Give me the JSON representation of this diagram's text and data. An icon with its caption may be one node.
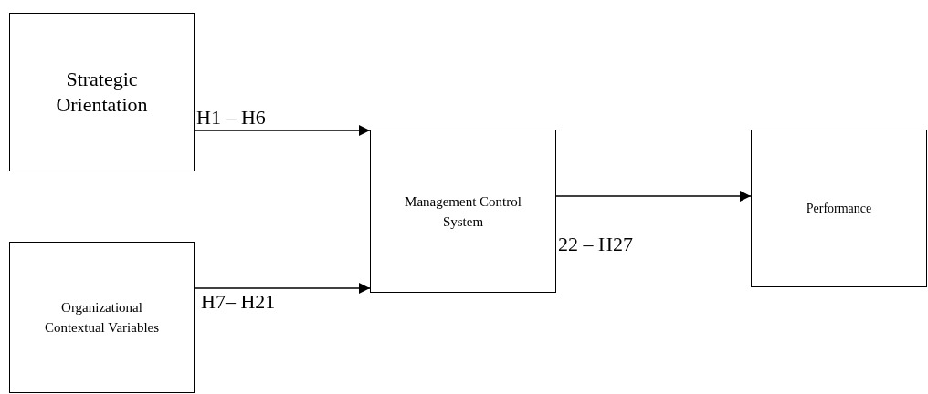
{
  "diagram": {
    "nodes": [
      {
        "text": [
          "Strategic Orientation"
        ]
      },
      {
        "text": [
          "Organizational Contextual Variables"
        ]
      },
      {
        "text": [
          "Management Control System"
        ]
      },
      {
        "text": [
          "Performance"
        ]
      }
    ],
    "edges": [
      {
        "from": 0,
        "to": 2,
        "arrow": "to",
        "label": "H1 – H6"
      },
      {
        "from": 1,
        "to": 2,
        "arrow": "to",
        "label": "H7– H21"
      },
      {
        "from": 2,
        "to": 3,
        "arrow": "to",
        "label": "22 – H27"
      }
    ]
  }
}
